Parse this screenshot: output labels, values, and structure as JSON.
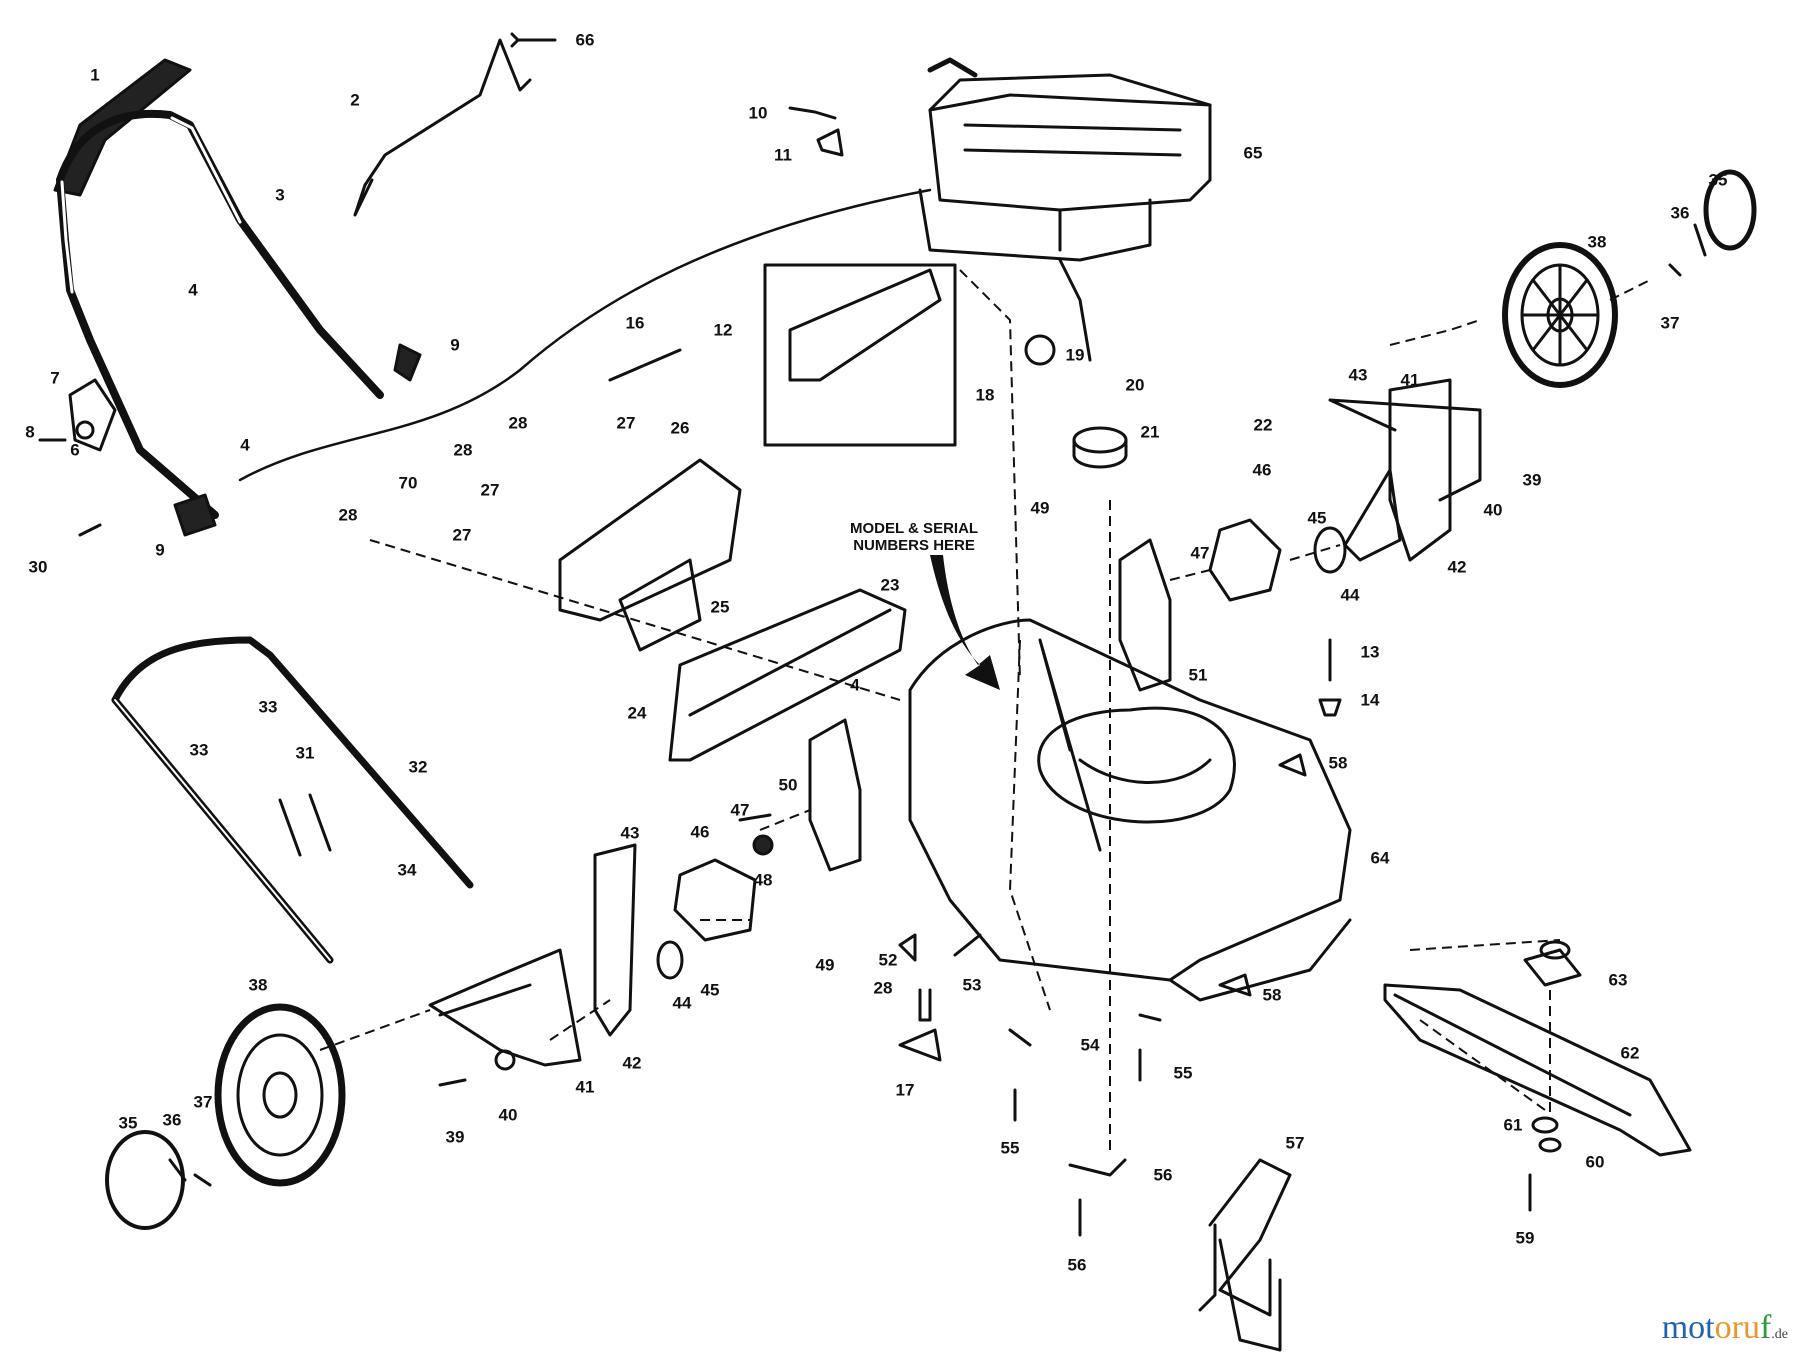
{
  "diagram": {
    "model_note": [
      "MODEL & SERIAL",
      "NUMBERS HERE"
    ],
    "watermark": {
      "part1": "mot",
      "part2": "oru",
      "part3": "f",
      "tld": ".de"
    },
    "callouts": [
      {
        "id": "c1",
        "text": "1"
      },
      {
        "id": "c2",
        "text": "2"
      },
      {
        "id": "c3",
        "text": "3"
      },
      {
        "id": "c4a",
        "text": "4"
      },
      {
        "id": "c4b",
        "text": "4"
      },
      {
        "id": "c4c",
        "text": "4"
      },
      {
        "id": "c6",
        "text": "6"
      },
      {
        "id": "c7",
        "text": "7"
      },
      {
        "id": "c8",
        "text": "8"
      },
      {
        "id": "c9a",
        "text": "9"
      },
      {
        "id": "c9b",
        "text": "9"
      },
      {
        "id": "c10",
        "text": "10"
      },
      {
        "id": "c11",
        "text": "11"
      },
      {
        "id": "c12",
        "text": "12"
      },
      {
        "id": "c13",
        "text": "13"
      },
      {
        "id": "c14",
        "text": "14"
      },
      {
        "id": "c16",
        "text": "16"
      },
      {
        "id": "c17",
        "text": "17"
      },
      {
        "id": "c18",
        "text": "18"
      },
      {
        "id": "c19",
        "text": "19"
      },
      {
        "id": "c20",
        "text": "20"
      },
      {
        "id": "c21",
        "text": "21"
      },
      {
        "id": "c22",
        "text": "22"
      },
      {
        "id": "c23",
        "text": "23"
      },
      {
        "id": "c24",
        "text": "24"
      },
      {
        "id": "c25",
        "text": "25"
      },
      {
        "id": "c26",
        "text": "26"
      },
      {
        "id": "c27a",
        "text": "27"
      },
      {
        "id": "c27b",
        "text": "27"
      },
      {
        "id": "c27c",
        "text": "27"
      },
      {
        "id": "c28a",
        "text": "28"
      },
      {
        "id": "c28b",
        "text": "28"
      },
      {
        "id": "c28c",
        "text": "28"
      },
      {
        "id": "c28d",
        "text": "28"
      },
      {
        "id": "c30",
        "text": "30"
      },
      {
        "id": "c31",
        "text": "31"
      },
      {
        "id": "c32",
        "text": "32"
      },
      {
        "id": "c33a",
        "text": "33"
      },
      {
        "id": "c33b",
        "text": "33"
      },
      {
        "id": "c34",
        "text": "34"
      },
      {
        "id": "c35a",
        "text": "35"
      },
      {
        "id": "c35b",
        "text": "35"
      },
      {
        "id": "c36a",
        "text": "36"
      },
      {
        "id": "c36b",
        "text": "36"
      },
      {
        "id": "c37a",
        "text": "37"
      },
      {
        "id": "c37b",
        "text": "37"
      },
      {
        "id": "c38a",
        "text": "38"
      },
      {
        "id": "c38b",
        "text": "38"
      },
      {
        "id": "c39a",
        "text": "39"
      },
      {
        "id": "c39b",
        "text": "39"
      },
      {
        "id": "c40a",
        "text": "40"
      },
      {
        "id": "c40b",
        "text": "40"
      },
      {
        "id": "c41a",
        "text": "41"
      },
      {
        "id": "c41b",
        "text": "41"
      },
      {
        "id": "c42a",
        "text": "42"
      },
      {
        "id": "c42b",
        "text": "42"
      },
      {
        "id": "c43a",
        "text": "43"
      },
      {
        "id": "c43b",
        "text": "43"
      },
      {
        "id": "c44a",
        "text": "44"
      },
      {
        "id": "c44b",
        "text": "44"
      },
      {
        "id": "c45a",
        "text": "45"
      },
      {
        "id": "c45b",
        "text": "45"
      },
      {
        "id": "c46a",
        "text": "46"
      },
      {
        "id": "c46b",
        "text": "46"
      },
      {
        "id": "c47a",
        "text": "47"
      },
      {
        "id": "c47b",
        "text": "47"
      },
      {
        "id": "c48",
        "text": "48"
      },
      {
        "id": "c49a",
        "text": "49"
      },
      {
        "id": "c49b",
        "text": "49"
      },
      {
        "id": "c50",
        "text": "50"
      },
      {
        "id": "c51",
        "text": "51"
      },
      {
        "id": "c52",
        "text": "52"
      },
      {
        "id": "c53",
        "text": "53"
      },
      {
        "id": "c54",
        "text": "54"
      },
      {
        "id": "c55a",
        "text": "55"
      },
      {
        "id": "c55b",
        "text": "55"
      },
      {
        "id": "c56a",
        "text": "56"
      },
      {
        "id": "c56b",
        "text": "56"
      },
      {
        "id": "c57",
        "text": "57"
      },
      {
        "id": "c58a",
        "text": "58"
      },
      {
        "id": "c58b",
        "text": "58"
      },
      {
        "id": "c59",
        "text": "59"
      },
      {
        "id": "c60",
        "text": "60"
      },
      {
        "id": "c61",
        "text": "61"
      },
      {
        "id": "c62",
        "text": "62"
      },
      {
        "id": "c63",
        "text": "63"
      },
      {
        "id": "c64",
        "text": "64"
      },
      {
        "id": "c65",
        "text": "65"
      },
      {
        "id": "c66",
        "text": "66"
      },
      {
        "id": "c70",
        "text": "70"
      }
    ]
  }
}
